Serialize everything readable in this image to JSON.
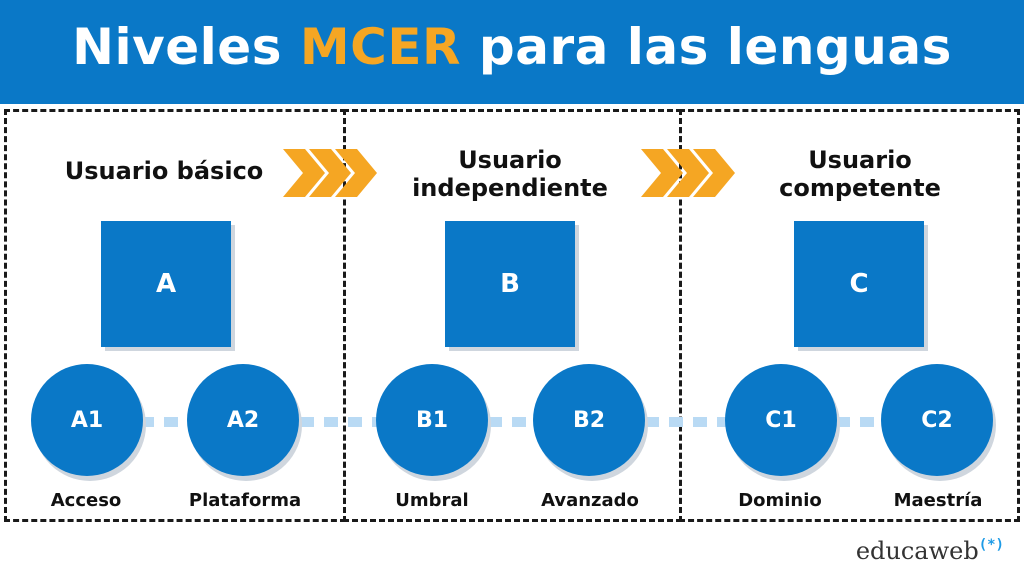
{
  "title": {
    "part1": "Niveles ",
    "highlight": "MCER",
    "part2": " para las lenguas"
  },
  "colors": {
    "blue": "#0a78c7",
    "orange": "#f5a623",
    "dotted_connector": "#b9daf4"
  },
  "groups": [
    {
      "heading": "Usuario básico",
      "level": "A",
      "sublevels": [
        {
          "code": "A1",
          "name": "Acceso"
        },
        {
          "code": "A2",
          "name": "Plataforma"
        }
      ]
    },
    {
      "heading": "Usuario independiente",
      "level": "B",
      "sublevels": [
        {
          "code": "B1",
          "name": "Umbral"
        },
        {
          "code": "B2",
          "name": "Avanzado"
        }
      ]
    },
    {
      "heading": "Usuario competente",
      "level": "C",
      "sublevels": [
        {
          "code": "C1",
          "name": "Dominio"
        },
        {
          "code": "C2",
          "name": "Maestría"
        }
      ]
    }
  ],
  "brand": {
    "name": "educaweb",
    "mark": "(*)"
  }
}
